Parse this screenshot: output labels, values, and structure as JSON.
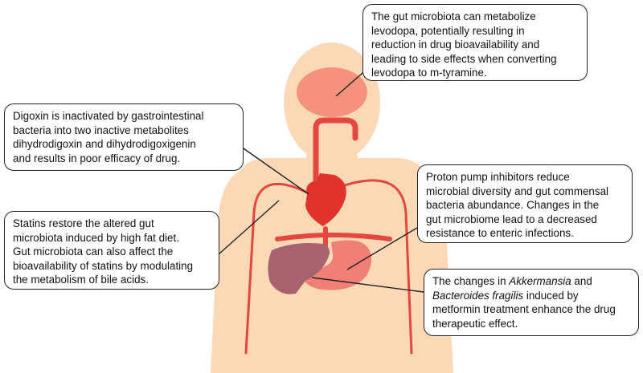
{
  "colors": {
    "body": "#fcd9b6",
    "vessel": "#e5473f",
    "brain": "#f4927b",
    "heart": "#e0332b",
    "liver": "#a8616e",
    "stomach": "#f07f76",
    "connector": "#222222",
    "box_border": "#222222"
  },
  "callouts": {
    "levodopa": {
      "lines": [
        "The gut microbiota can metabolize",
        "levodopa, potentially resulting in",
        "reduction in drug bioavailability and",
        "leading to side effects when converting",
        "levodopa to m-tyramine."
      ]
    },
    "digoxin": {
      "lines": [
        "Digoxin is inactivated by gastrointestinal",
        "bacteria into two inactive metabolites",
        "dihydrodigoxin and dihydrodigoxigenin",
        "and results in poor efficacy of drug."
      ]
    },
    "ppi": {
      "lines": [
        "Proton pump inhibitors reduce",
        "microbial diversity and gut commensal",
        "bacteria abundance. Changes in the",
        "gut microbiome lead to a decreased",
        "resistance to enteric infections."
      ]
    },
    "statins": {
      "lines": [
        "Statins restore the altered gut",
        "microbiota induced by high fat diet.",
        "Gut microbiota can also affect the",
        "bioavailability of statins by modulating",
        "the metabolism of bile acids."
      ]
    },
    "metformin": {
      "line1_prefix": "The changes in ",
      "line1_italic": "Akkermansia",
      "line1_suffix": " and",
      "line2_italic": "Bacteroides fragilis",
      "line2_suffix": " induced by",
      "line3": "metformin treatment enhance the drug",
      "line4": "therapeutic effect."
    }
  }
}
